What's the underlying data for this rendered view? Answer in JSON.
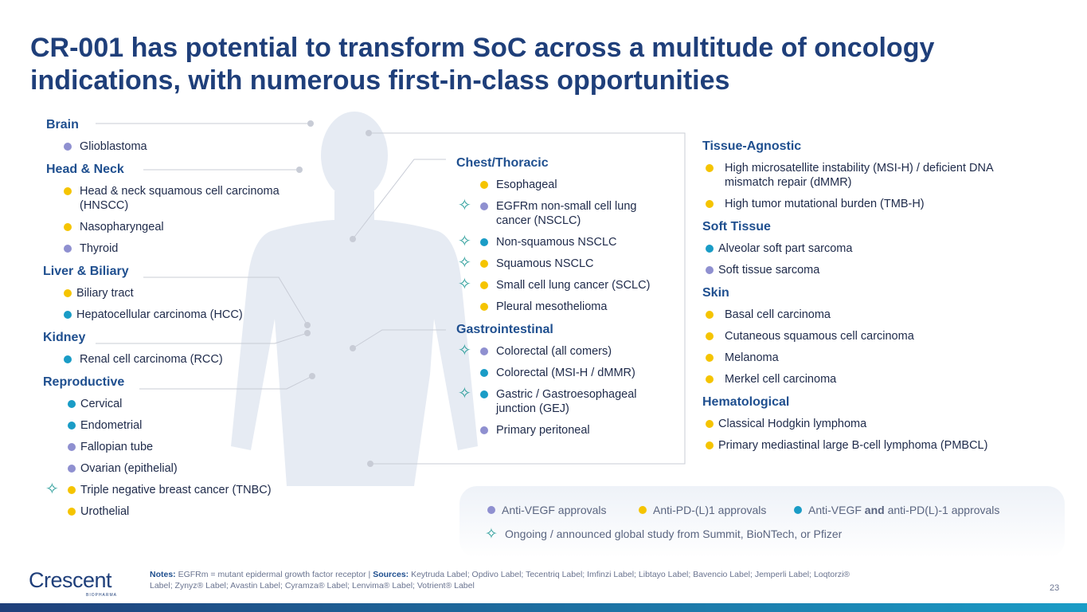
{
  "title": "CR-001 has potential to transform SoC across a multitude of oncology indications, with numerous first-in-class opportunities",
  "colors": {
    "vegf": "#8f90d0",
    "pd1": "#f5c400",
    "both": "#1a9cc6",
    "star": "#2a9d9a"
  },
  "columns": [
    {
      "groups": [
        {
          "heading": "Brain",
          "items": [
            {
              "text": "Glioblastoma",
              "type": "vegf"
            }
          ]
        },
        {
          "heading": "Head & Neck",
          "items": [
            {
              "text": "Head & neck squamous cell carcinoma (HNSCC)",
              "type": "pd1"
            },
            {
              "text": "Nasopharyngeal",
              "type": "pd1"
            },
            {
              "text": "Thyroid",
              "type": "vegf"
            }
          ]
        },
        {
          "heading": "Liver & Biliary",
          "items": [
            {
              "text": "Biliary tract",
              "type": "pd1"
            },
            {
              "text": "Hepatocellular carcinoma (HCC)",
              "type": "both"
            }
          ]
        },
        {
          "heading": "Kidney",
          "items": [
            {
              "text": "Renal cell carcinoma (RCC)",
              "type": "both"
            }
          ]
        },
        {
          "heading": "Reproductive",
          "items": [
            {
              "text": "Cervical",
              "type": "both"
            },
            {
              "text": "Endometrial",
              "type": "both"
            },
            {
              "text": "Fallopian tube",
              "type": "vegf"
            },
            {
              "text": "Ovarian (epithelial)",
              "type": "vegf"
            },
            {
              "text": "Triple negative breast cancer (TNBC)",
              "type": "pd1",
              "star": true
            },
            {
              "text": "Urothelial",
              "type": "pd1"
            }
          ]
        }
      ]
    },
    {
      "groups": [
        {
          "heading": "Chest/Thoracic",
          "items": [
            {
              "text": "Esophageal",
              "type": "pd1"
            },
            {
              "text": "EGFRm non-small cell lung cancer (NSCLC)",
              "type": "vegf",
              "star": true
            },
            {
              "text": "Non-squamous NSCLC",
              "type": "both",
              "star": true
            },
            {
              "text": "Squamous NSCLC",
              "type": "pd1",
              "star": true
            },
            {
              "text": "Small cell lung cancer (SCLC)",
              "type": "pd1",
              "star": true
            },
            {
              "text": "Pleural mesothelioma",
              "type": "pd1"
            }
          ]
        },
        {
          "heading": "Gastrointestinal",
          "items": [
            {
              "text": "Colorectal (all comers)",
              "type": "vegf",
              "star": true
            },
            {
              "text": "Colorectal (MSI-H / dMMR)",
              "type": "both"
            },
            {
              "text": "Gastric / Gastroesophageal junction (GEJ)",
              "type": "both",
              "star": true
            },
            {
              "text": "Primary peritoneal",
              "type": "vegf"
            }
          ]
        }
      ]
    },
    {
      "groups": [
        {
          "heading": "Tissue-Agnostic",
          "items": [
            {
              "text": "High microsatellite instability (MSI-H) / deficient DNA mismatch repair (dMMR)",
              "type": "pd1"
            },
            {
              "text": "High tumor mutational burden (TMB-H)",
              "type": "pd1"
            }
          ]
        },
        {
          "heading": "Soft Tissue",
          "items": [
            {
              "text": "Alveolar soft part sarcoma",
              "type": "both"
            },
            {
              "text": "Soft tissue sarcoma",
              "type": "vegf"
            }
          ]
        },
        {
          "heading": "Skin",
          "items": [
            {
              "text": "Basal cell carcinoma",
              "type": "pd1"
            },
            {
              "text": "Cutaneous squamous cell carcinoma",
              "type": "pd1"
            },
            {
              "text": "Melanoma",
              "type": "pd1"
            },
            {
              "text": "Merkel cell carcinoma",
              "type": "pd1"
            }
          ]
        },
        {
          "heading": "Hematological",
          "items": [
            {
              "text": "Classical Hodgkin lymphoma",
              "type": "pd1"
            },
            {
              "text": "Primary mediastinal large B-cell lymphoma (PMBCL)",
              "type": "pd1"
            }
          ]
        }
      ]
    }
  ],
  "legend": {
    "vegf": "Anti-VEGF approvals",
    "pd1": "Anti-PD-(L)1 approvals",
    "both_a": "Anti-VEGF",
    "both_and": "and",
    "both_b": "anti-PD(L)-1 approvals",
    "star": "Ongoing / announced global study from Summit, BioNTech, or Pfizer"
  },
  "footer": {
    "notes_label": "Notes:",
    "notes": "EGFRm = mutant epidermal growth factor receptor |",
    "sources_label": "Sources:",
    "sources": "Keytruda Label; Opdivo Label; Tecentriq Label; Imfinzi Label; Libtayo Label; Bavencio Label; Jemperli Label; Loqtorzi® Label; Zynyz® Label; Avastin Label; Cyramza® Label; Lenvima® Label; Votrient® Label",
    "page": "23",
    "logo": "Crescent",
    "logo_sub": "BIOPHARMA"
  }
}
